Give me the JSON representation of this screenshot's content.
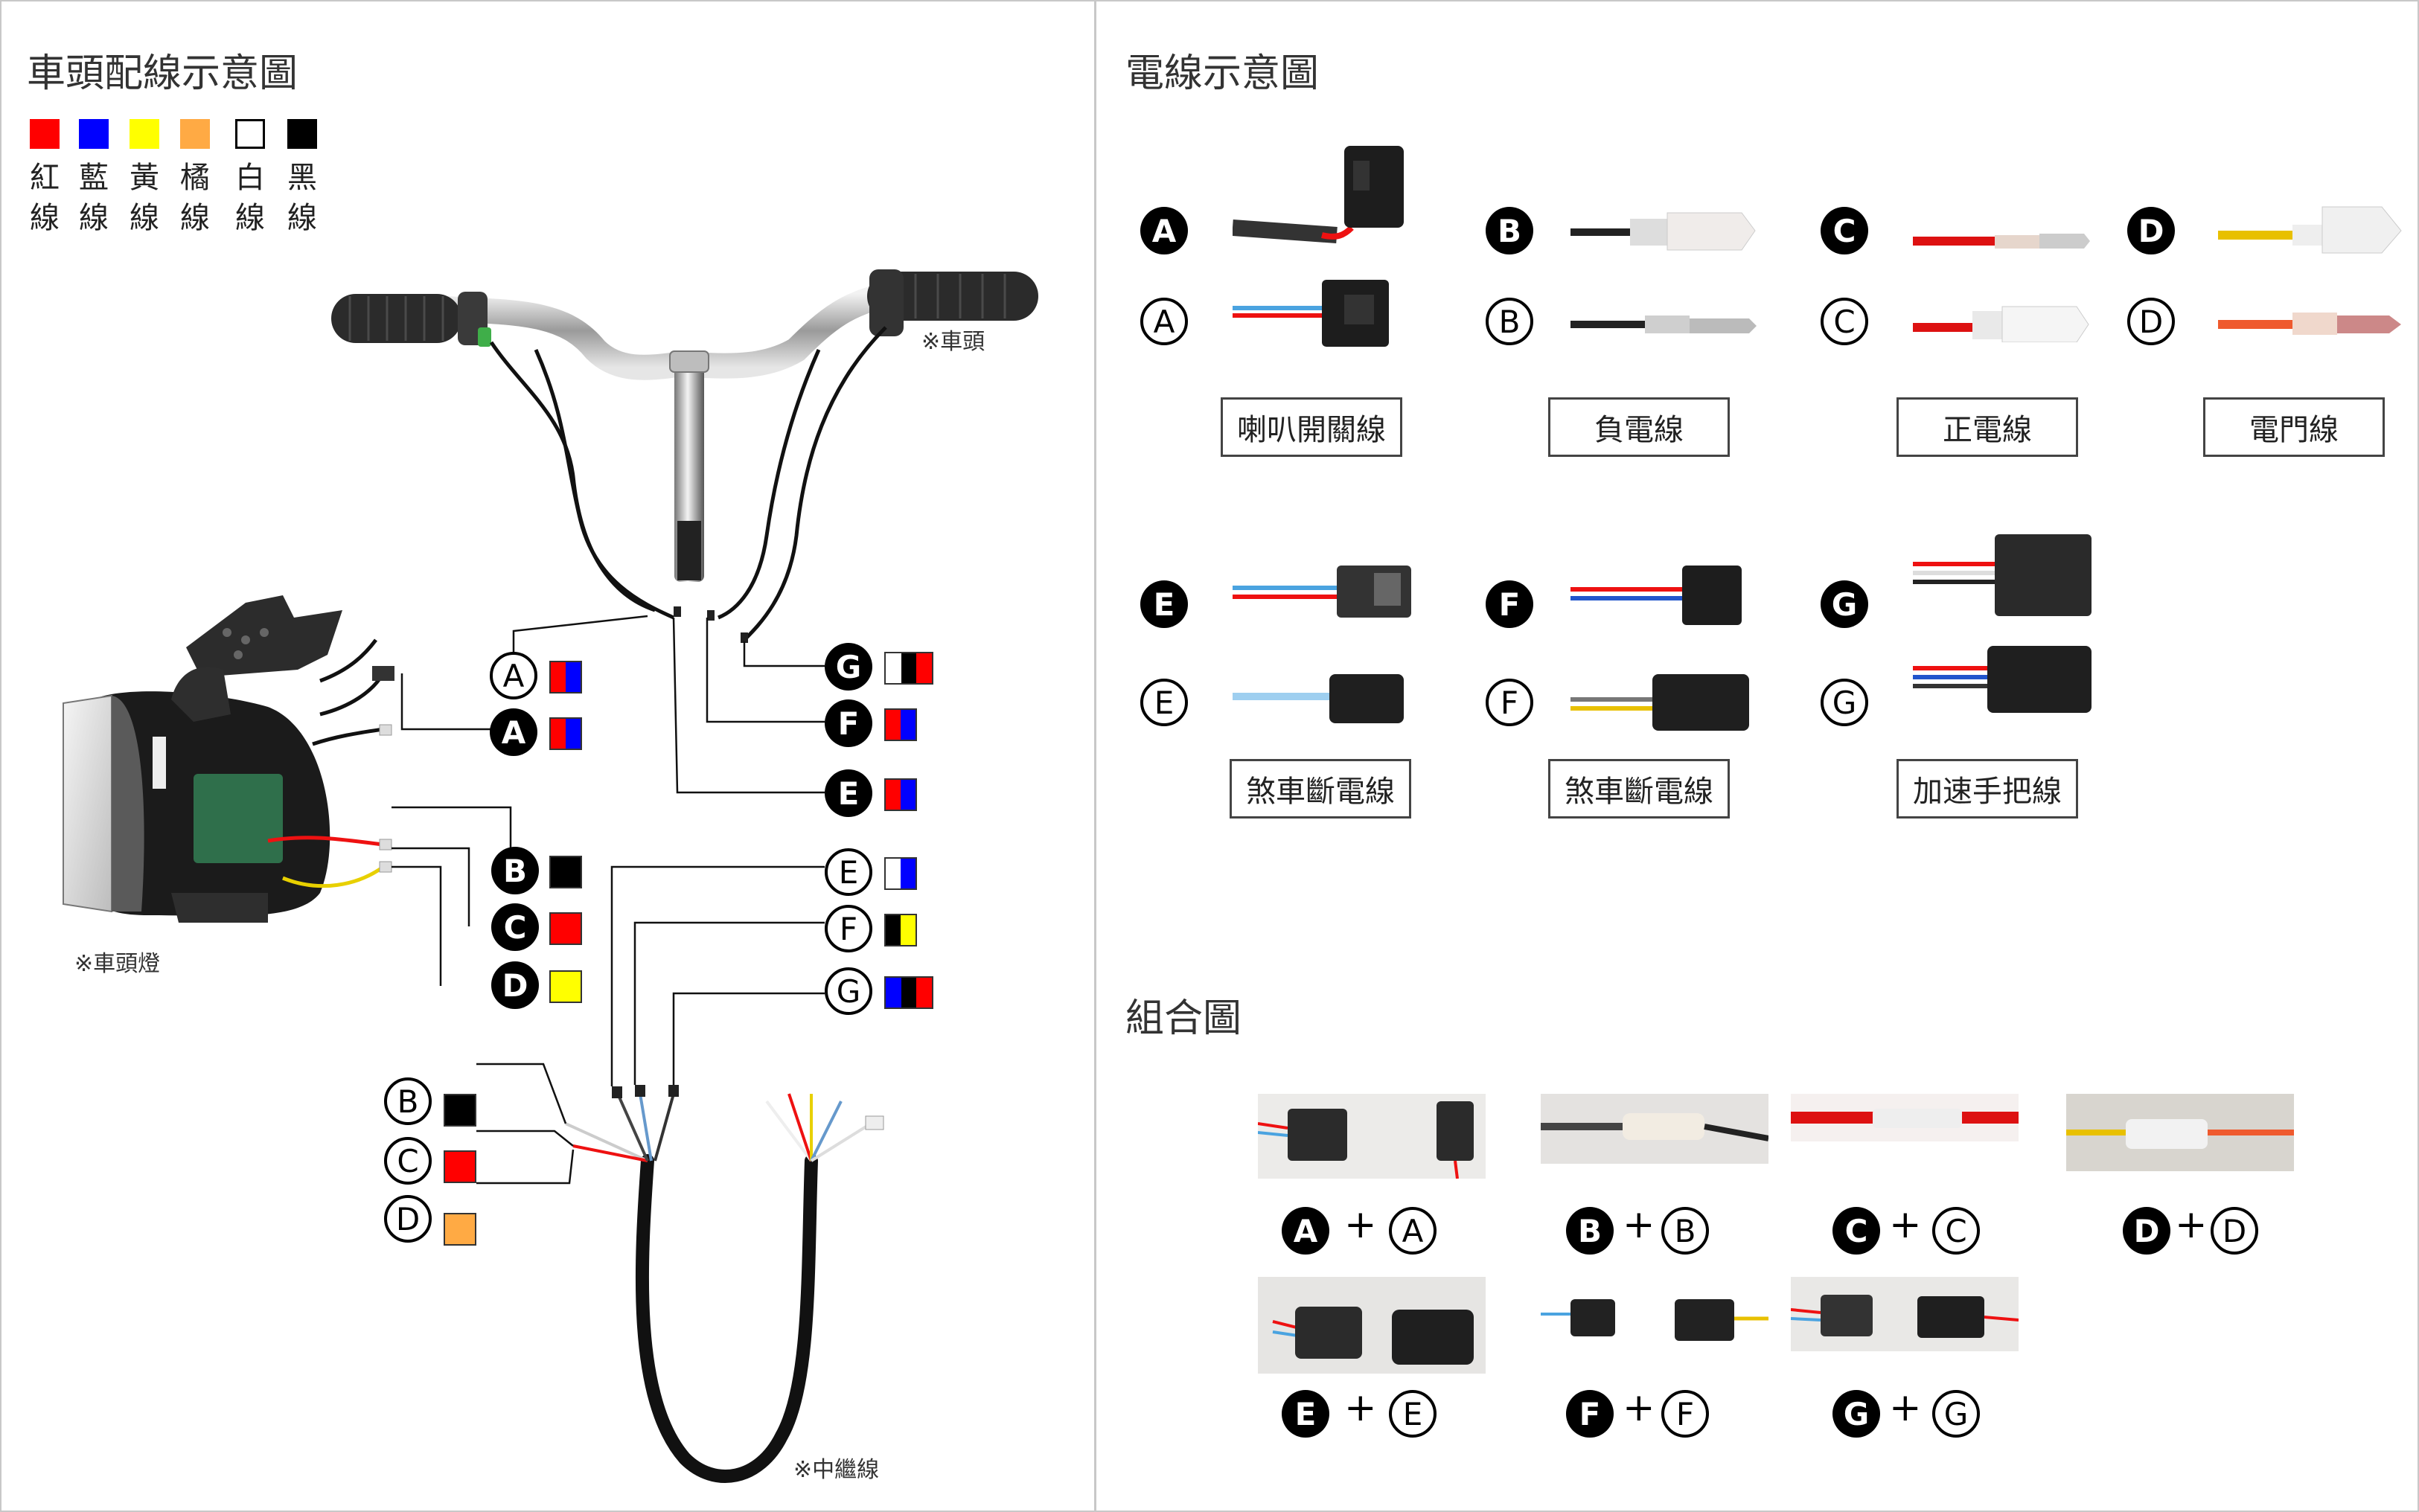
{
  "left": {
    "title": "車頭配線示意圖",
    "legend": [
      {
        "color": "#ff0000",
        "label": "紅線",
        "c1": "紅",
        "c2": "線"
      },
      {
        "color": "#0000ff",
        "label": "藍線",
        "c1": "藍",
        "c2": "線"
      },
      {
        "color": "#ffff00",
        "label": "黃線",
        "c1": "黃",
        "c2": "線"
      },
      {
        "color": "#ffaa44",
        "label": "橘線",
        "c1": "橘",
        "c2": "線"
      },
      {
        "color": "#ffffff",
        "label": "白線",
        "c1": "白",
        "c2": "線"
      },
      {
        "color": "#000000",
        "label": "黑線",
        "c1": "黑",
        "c2": "線"
      }
    ],
    "note_handlebar": "※車頭",
    "note_headlight": "※車頭燈",
    "note_harness": "※中繼線"
  },
  "right": {
    "title_wires": "電線示意圖",
    "wire_labels": [
      "喇叭開關線",
      "負電線",
      "正電線",
      "電門線",
      "煞車斷電線",
      "煞車斷電線",
      "加速手把線"
    ],
    "title_combo": "組合圖",
    "plus": "+"
  },
  "letters": [
    "A",
    "B",
    "C",
    "D",
    "E",
    "F",
    "G"
  ],
  "colors": {
    "red": "#ff0000",
    "blue": "#0000ff",
    "yellow": "#ffff00",
    "orange": "#ffaa44",
    "white": "#ffffff",
    "black": "#000000"
  }
}
